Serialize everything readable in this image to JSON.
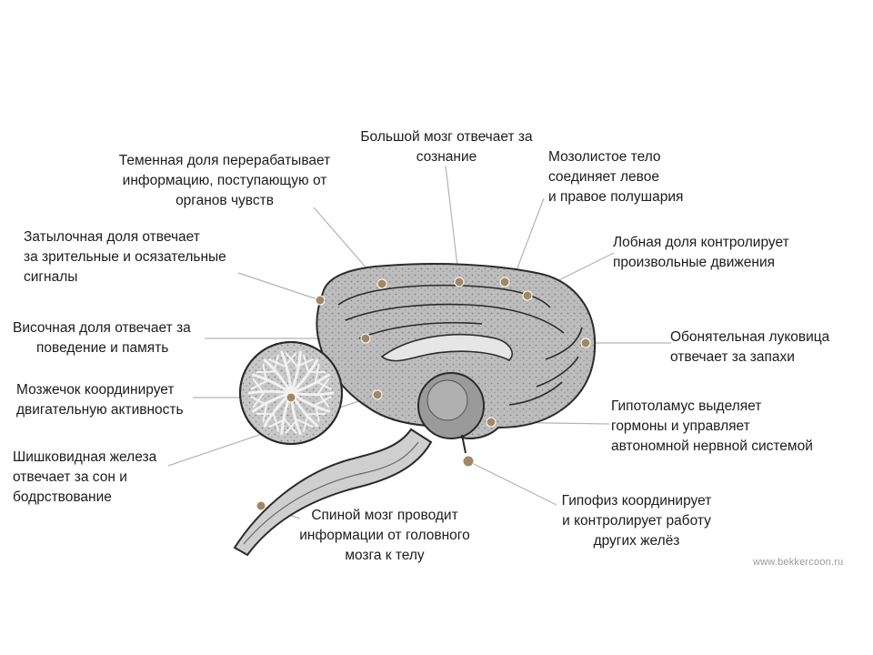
{
  "labels": {
    "big_brain": [
      "Большой мозг отвечает за",
      "сознание"
    ],
    "parietal": [
      "Теменная доля перерабатывает",
      "информацию, поступающую от",
      "органов чувств"
    ],
    "corpus_callosum": [
      "Мозолистое тело",
      "соединяет левое",
      "и правое полушария"
    ],
    "occipital": [
      "Затылочная доля отвечает",
      "за зрительные и осязательные",
      "сигналы"
    ],
    "frontal": [
      "Лобная доля контролирует",
      "произвольные движения"
    ],
    "temporal": [
      "Височная доля отвечает за",
      "поведение и память"
    ],
    "olfactory": [
      "Обонятельная луковица",
      "отвечает за запахи"
    ],
    "cerebellum": [
      "Мозжечок координирует",
      "двигательную активность"
    ],
    "hypothalamus": [
      "Гипотоламус выделяет",
      "гормоны и управляет",
      "автономной нервной системой"
    ],
    "pineal": [
      "Шишковидная железа",
      "отвечает за сон и",
      "бодрствование"
    ],
    "pituitary": [
      "Гипофиз координирует",
      "и контролирует работу",
      "других желёз"
    ],
    "spinal": [
      "Спиной мозг проводит",
      "информации от головного",
      "мозга к телу"
    ]
  },
  "watermark": "www.bekkercoon.ru",
  "colors": {
    "marker": "#a08866",
    "leader": "#b4b4b4",
    "brain_fill": "#bdbdbd",
    "brain_dark": "#8f8f8f",
    "brain_outline": "#2a2a2a",
    "text": "#1c1c1c"
  }
}
